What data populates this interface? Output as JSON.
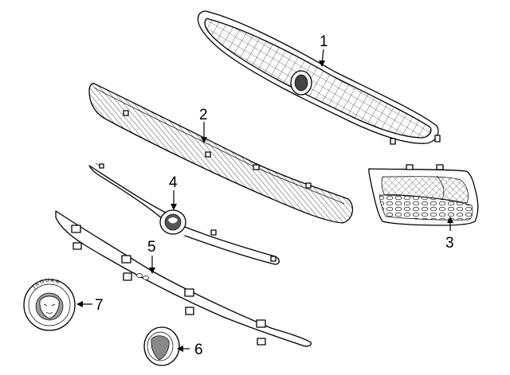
{
  "callouts": {
    "c1": "1",
    "c2": "2",
    "c3": "3",
    "c4": "4",
    "c5": "5",
    "c6": "6",
    "c7": "7"
  },
  "emblem_text": "JAGUAR"
}
